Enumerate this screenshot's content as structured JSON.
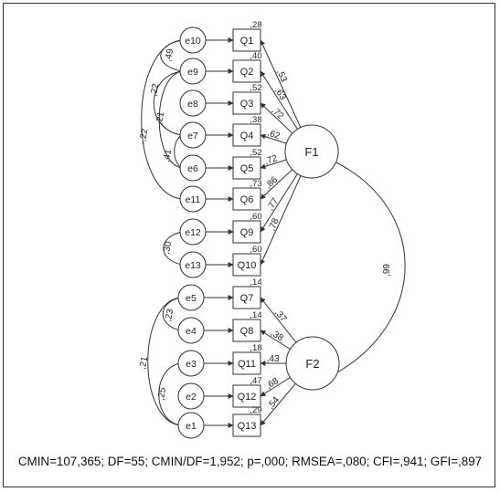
{
  "model": {
    "factors": [
      {
        "id": "F1",
        "label": "F1"
      },
      {
        "id": "F2",
        "label": "F2"
      }
    ],
    "indicators": [
      {
        "id": "Q1",
        "label": "Q1",
        "error": "e10",
        "factor": "F1",
        "r2": ",28",
        "loading": ",53"
      },
      {
        "id": "Q2",
        "label": "Q2",
        "error": "e9",
        "factor": "F1",
        "r2": ",40",
        "loading": ",63"
      },
      {
        "id": "Q3",
        "label": "Q3",
        "error": "e8",
        "factor": "F1",
        "r2": ",52",
        "loading": ",72"
      },
      {
        "id": "Q4",
        "label": "Q4",
        "error": "e7",
        "factor": "F1",
        "r2": ",38",
        "loading": ",62"
      },
      {
        "id": "Q5",
        "label": "Q5",
        "error": "e6",
        "factor": "F1",
        "r2": ",52",
        "loading": ",72"
      },
      {
        "id": "Q6",
        "label": "Q6",
        "error": "e11",
        "factor": "F1",
        "r2": ",73",
        "loading": ",86"
      },
      {
        "id": "Q9",
        "label": "Q9",
        "error": "e12",
        "factor": "F1",
        "r2": ",60",
        "loading": ",77"
      },
      {
        "id": "Q10",
        "label": "Q10",
        "error": "e13",
        "factor": "F1",
        "r2": ",60",
        "loading": ",78"
      },
      {
        "id": "Q7",
        "label": "Q7",
        "error": "e5",
        "factor": "F2",
        "r2": ",14",
        "loading": ",37"
      },
      {
        "id": "Q8",
        "label": "Q8",
        "error": "e4",
        "factor": "F2",
        "r2": ",14",
        "loading": ",38"
      },
      {
        "id": "Q11",
        "label": "Q11",
        "error": "e3",
        "factor": "F2",
        "r2": ",18",
        "loading": ",43"
      },
      {
        "id": "Q12",
        "label": "Q12",
        "error": "e2",
        "factor": "F2",
        "r2": ",47",
        "loading": ",68"
      },
      {
        "id": "Q13",
        "label": "Q13",
        "error": "e1",
        "factor": "F2",
        "r2": ",29",
        "loading": ",54"
      }
    ],
    "factor_correlation": ",99",
    "error_covariances": [
      {
        "from": "e10",
        "to": "e9",
        "value": ",49"
      },
      {
        "from": "e9",
        "to": "e7",
        "value": ",22"
      },
      {
        "from": "e9",
        "to": "e6",
        "value": ",21"
      },
      {
        "from": "e10",
        "to": "e11",
        "value": "-,22"
      },
      {
        "from": "e7",
        "to": "e6",
        "value": ",41"
      },
      {
        "from": "e12",
        "to": "e13",
        "value": ",30"
      },
      {
        "from": "e5",
        "to": "e4",
        "value": ",23"
      },
      {
        "from": "e5",
        "to": "e1",
        "value": ",21"
      },
      {
        "from": "e3",
        "to": "e1",
        "value": ",25"
      }
    ]
  },
  "fit_indices": "CMIN=107,365; DF=55; CMIN/DF=1,952; p=,000; RMSEA=,080; CFI=,941; GFI=,897"
}
